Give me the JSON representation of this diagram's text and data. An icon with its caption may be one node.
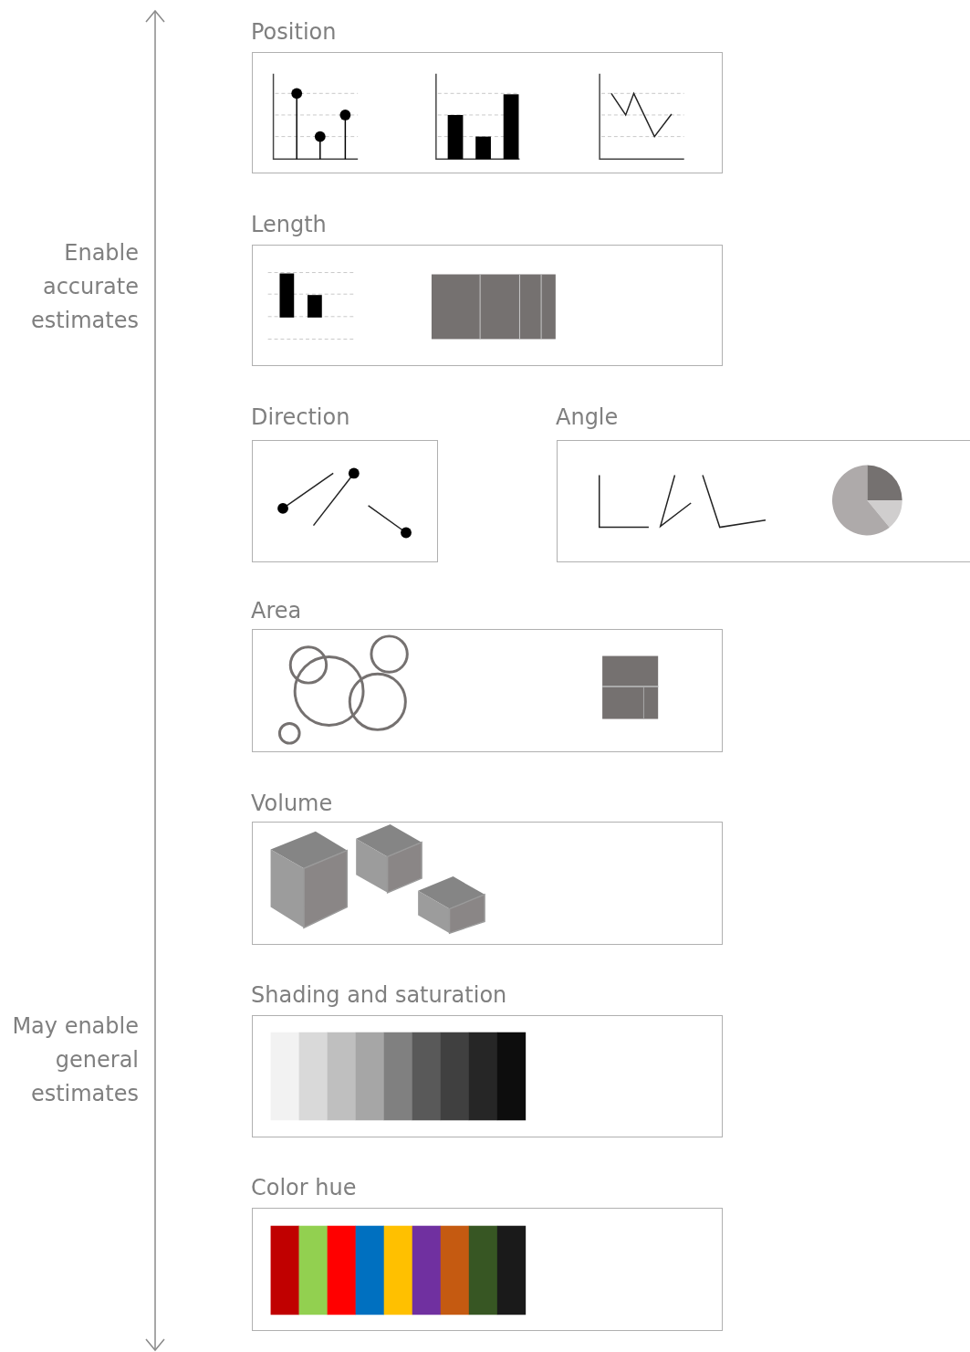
{
  "diagram": {
    "nodes": [
      {
        "text": [
          "Position"
        ]
      },
      {
        "text": [
          "Length"
        ]
      },
      {
        "text": [
          "Direction"
        ]
      },
      {
        "text": [
          "Angle"
        ]
      },
      {
        "text": [
          "Area"
        ]
      },
      {
        "text": [
          "Volume"
        ]
      },
      {
        "text": [
          "Shading and saturation"
        ]
      },
      {
        "text": [
          "Color hue"
        ]
      }
    ],
    "labels": [
      "Enable accurate estimates",
      "May enable general estimates"
    ]
  }
}
